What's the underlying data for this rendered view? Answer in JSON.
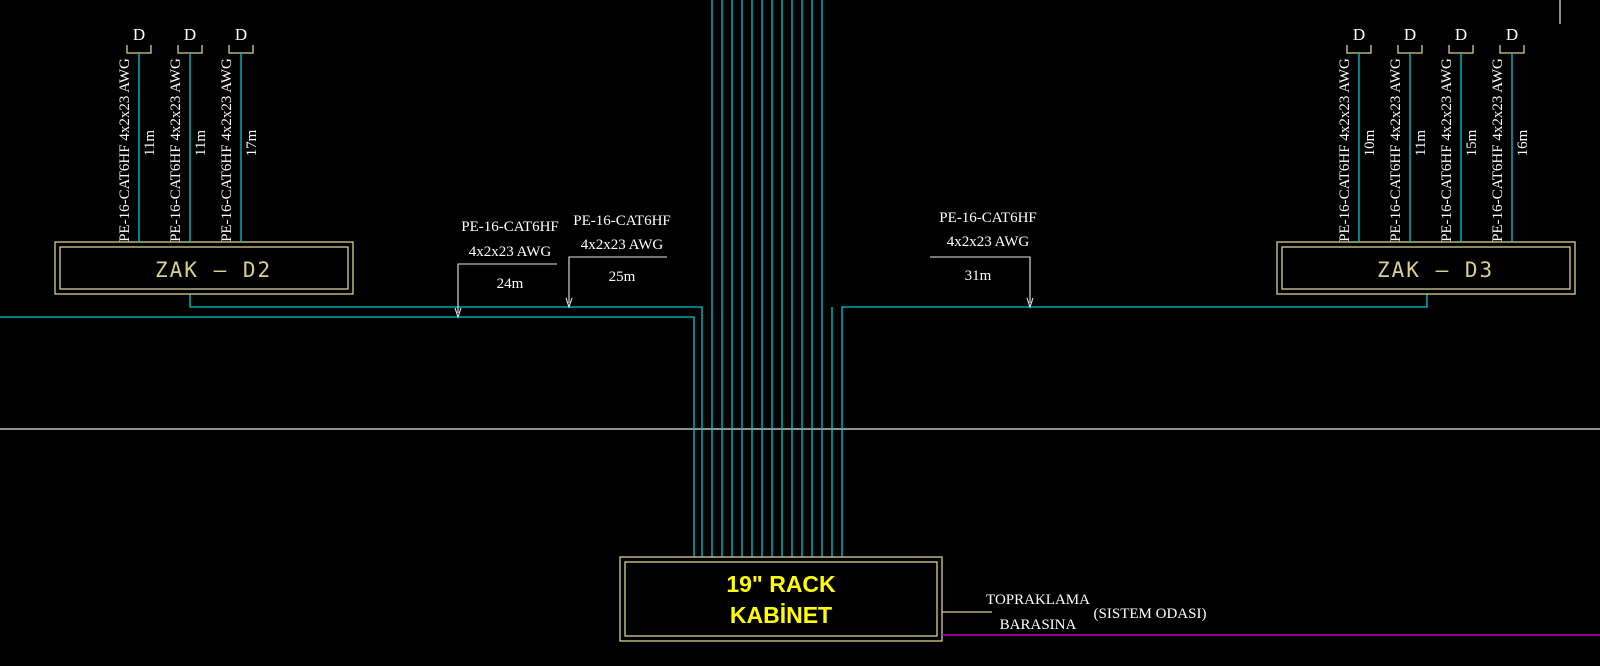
{
  "colors": {
    "background": "#000000",
    "cable": "#00c8d2",
    "box": "#d8d090",
    "text": "#ffffff",
    "yellow_text": "#ffff00",
    "ground": "#c000c0",
    "grid": "#e8e8e8"
  },
  "outlets_left": [
    {
      "letter": "D",
      "cable": "PE-16-CAT6HF 4x2x23 AWG",
      "length": "11m"
    },
    {
      "letter": "D",
      "cable": "PE-16-CAT6HF 4x2x23 AWG",
      "length": "11m"
    },
    {
      "letter": "D",
      "cable": "PE-16-CAT6HF 4x2x23 AWG",
      "length": "17m"
    }
  ],
  "outlets_right": [
    {
      "letter": "D",
      "cable": "PE-16-CAT6HF 4x2x23 AWG",
      "length": "10m"
    },
    {
      "letter": "D",
      "cable": "PE-16-CAT6HF 4x2x23 AWG",
      "length": "11m"
    },
    {
      "letter": "D",
      "cable": "PE-16-CAT6HF 4x2x23 AWG",
      "length": "15m"
    },
    {
      "letter": "D",
      "cable": "PE-16-CAT6HF 4x2x23 AWG",
      "length": "16m"
    }
  ],
  "zak_left": {
    "label": "ZAK  –  D2"
  },
  "zak_right": {
    "label": "ZAK  –  D3"
  },
  "trunk_labels": [
    {
      "line1": "PE-16-CAT6HF",
      "line2": "4x2x23 AWG",
      "length": "24m"
    },
    {
      "line1": "PE-16-CAT6HF",
      "line2": "4x2x23 AWG",
      "length": "25m"
    },
    {
      "line1": "PE-16-CAT6HF",
      "line2": "4x2x23 AWG",
      "length": "31m"
    }
  ],
  "rack": {
    "line1": "19\" RACK",
    "line2": "KABİNET"
  },
  "grounding": {
    "line1": "TOPRAKLAMA",
    "line2": "BARASINA",
    "note": "(SISTEM ODASI)"
  }
}
